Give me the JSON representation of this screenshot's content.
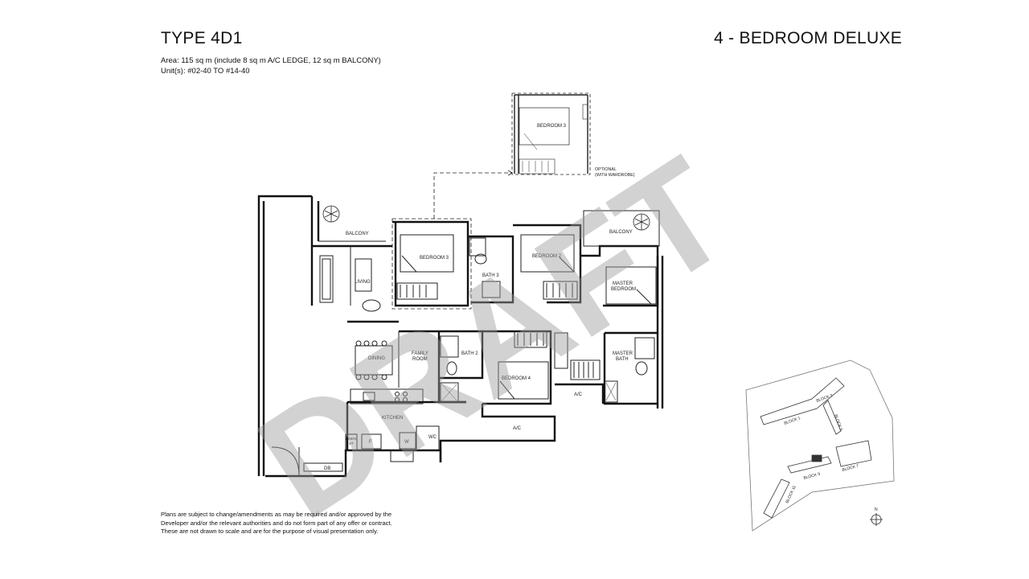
{
  "header": {
    "type_title": "TYPE 4D1",
    "unit_type": "4 - BEDROOM DELUXE",
    "area": "Area: 115 sq m (include 8 sq m A/C LEDGE, 12 sq m BALCONY)",
    "units": "Unit(s): #02-40 TO #14-40"
  },
  "watermark": "DRAFT",
  "rooms": {
    "balcony_left": "BALCONY",
    "living": "LIVING",
    "bedroom3": "BEDROOM 3",
    "bath3": "BATH 3",
    "bedroom2": "BEDROOM 2",
    "balcony_right": "BALCONY",
    "master_bedroom_1": "MASTER",
    "master_bedroom_2": "BEDROOM",
    "dining": "DINING",
    "family_room_1": "FAMILY",
    "family_room_2": "ROOM",
    "bath2": "BATH 2",
    "bedroom4": "BEDROOM 4",
    "master_bath_1": "MASTER",
    "master_bath_2": "BATH",
    "ac_1": "A/C",
    "kitchen": "KITCHEN",
    "ac_2": "A/C",
    "linen_1": "LINEN",
    "linen_2": "ST",
    "fridge": "F",
    "washer": "W",
    "wc": "WC",
    "db": "DB"
  },
  "optional_inset": {
    "bedroom_label": "BEDROOM 3",
    "note_1": "OPTIONAL",
    "note_2": "(WITH WARDROBE)"
  },
  "site_plan": {
    "blocks": [
      "BLOCK 3",
      "BLOCK 5",
      "BLOCK 1",
      "BLOCK 7",
      "BLOCK 9",
      "BLOCK 11"
    ],
    "north": "N"
  },
  "disclaimer": [
    "Plans are subject to change/amendments as may be required and/or approved by the",
    "Developer and/or the relevant authorities and do not form part of any offer or contract.",
    "These are not drawn to scale and are for the purpose of visual presentation only."
  ]
}
